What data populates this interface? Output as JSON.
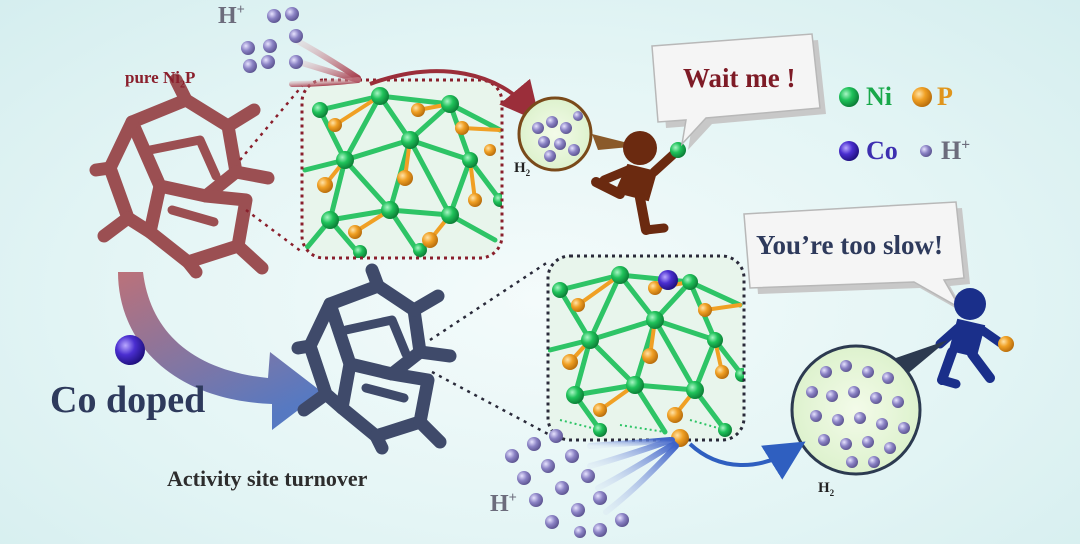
{
  "labels": {
    "pure": "pure Ni",
    "pure_sub": "2",
    "pure_tail": "P",
    "hplus_top": "H",
    "hplus_sup": "+",
    "h2_top": "H",
    "h2_sub": "2",
    "bubble_slow": "Wait me !",
    "bubble_fast": "You’re too slow!",
    "co_doped": "Co doped",
    "activity": "Activity site turnover",
    "hplus_bottom": "H",
    "h2_bottom": "H"
  },
  "legend": {
    "ni": "Ni",
    "p": "P",
    "co": "Co",
    "h": "H",
    "h_sup": "+"
  },
  "colors": {
    "ni": "#1fc25a",
    "p": "#f0a024",
    "co": "#4a2ed0",
    "h": "#8a82c4",
    "pure_ni2p": "#9b4f52",
    "co_doped_ni2p": "#3f4a6a",
    "runner_slow": "#6b2a10",
    "runner_fast": "#1a2f8a"
  }
}
